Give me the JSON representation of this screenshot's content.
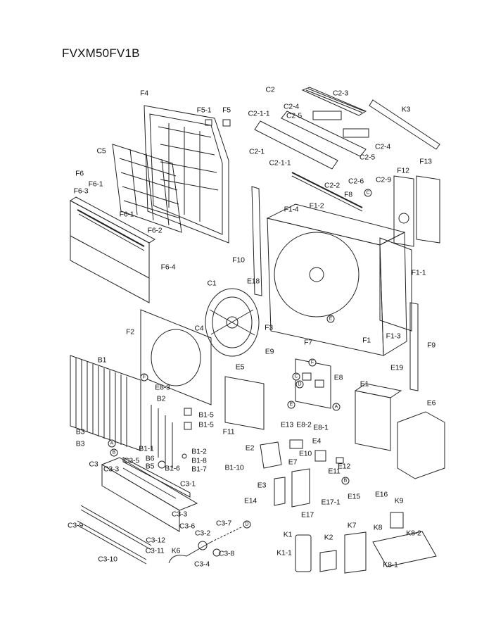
{
  "title": "FVXM50FV1B",
  "labels": [
    {
      "id": "F4",
      "text": "F4"
    },
    {
      "id": "F5-1",
      "text": "F5-1"
    },
    {
      "id": "F5",
      "text": "F5"
    },
    {
      "id": "C2",
      "text": "C2"
    },
    {
      "id": "C2-3",
      "text": "C2-3"
    },
    {
      "id": "K3",
      "text": "K3"
    },
    {
      "id": "C2-1-1a",
      "text": "C2-1-1"
    },
    {
      "id": "C2-4a",
      "text": "C2-4"
    },
    {
      "id": "C2-5a",
      "text": "C2-5"
    },
    {
      "id": "C2-1",
      "text": "C2-1"
    },
    {
      "id": "C2-1-1b",
      "text": "C2-1-1"
    },
    {
      "id": "C2-4b",
      "text": "C2-4"
    },
    {
      "id": "C2-5b",
      "text": "C2-5"
    },
    {
      "id": "C2-2",
      "text": "C2-2"
    },
    {
      "id": "C2-6",
      "text": "C2-6"
    },
    {
      "id": "C2-9",
      "text": "C2-9"
    },
    {
      "id": "F12",
      "text": "F12"
    },
    {
      "id": "F13",
      "text": "F13"
    },
    {
      "id": "C5",
      "text": "C5"
    },
    {
      "id": "F6",
      "text": "F6"
    },
    {
      "id": "F6-1a",
      "text": "F6-1"
    },
    {
      "id": "F6-3",
      "text": "F6-3"
    },
    {
      "id": "F6-1b",
      "text": "F6-1"
    },
    {
      "id": "F6-2",
      "text": "F6-2"
    },
    {
      "id": "F6-4",
      "text": "F6-4"
    },
    {
      "id": "F8",
      "text": "F8"
    },
    {
      "id": "F1-2",
      "text": "F1-2"
    },
    {
      "id": "F1-4",
      "text": "F1-4"
    },
    {
      "id": "F10",
      "text": "F10"
    },
    {
      "id": "F1-1",
      "text": "F1-1"
    },
    {
      "id": "E18",
      "text": "E18"
    },
    {
      "id": "C1",
      "text": "C1"
    },
    {
      "id": "F2",
      "text": "F2"
    },
    {
      "id": "C4",
      "text": "C4"
    },
    {
      "id": "F3",
      "text": "F3"
    },
    {
      "id": "F7",
      "text": "F7"
    },
    {
      "id": "F1-3",
      "text": "F1-3"
    },
    {
      "id": "F1",
      "text": "F1"
    },
    {
      "id": "F9",
      "text": "F9"
    },
    {
      "id": "B1",
      "text": "B1"
    },
    {
      "id": "E9",
      "text": "E9"
    },
    {
      "id": "E19",
      "text": "E19"
    },
    {
      "id": "E5",
      "text": "E5"
    },
    {
      "id": "E8",
      "text": "E8"
    },
    {
      "id": "E8-3",
      "text": "E8-3"
    },
    {
      "id": "B2",
      "text": "B2"
    },
    {
      "id": "E1",
      "text": "E1"
    },
    {
      "id": "E6",
      "text": "E6"
    },
    {
      "id": "B1-5a",
      "text": "B1-5"
    },
    {
      "id": "B1-5b",
      "text": "B1-5"
    },
    {
      "id": "B3a",
      "text": "B3"
    },
    {
      "id": "B3b",
      "text": "B3"
    },
    {
      "id": "E13",
      "text": "E13"
    },
    {
      "id": "E8-2",
      "text": "E8-2"
    },
    {
      "id": "E8-1",
      "text": "E8-1"
    },
    {
      "id": "F11",
      "text": "F11"
    },
    {
      "id": "B1-1",
      "text": "B1-1"
    },
    {
      "id": "B1-2",
      "text": "B1-2"
    },
    {
      "id": "B6",
      "text": "B6"
    },
    {
      "id": "B1-8",
      "text": "B1-8"
    },
    {
      "id": "B5",
      "text": "B5"
    },
    {
      "id": "B1-7",
      "text": "B1-7"
    },
    {
      "id": "E2",
      "text": "E2"
    },
    {
      "id": "E7",
      "text": "E7"
    },
    {
      "id": "E10",
      "text": "E10"
    },
    {
      "id": "E4",
      "text": "E4"
    },
    {
      "id": "E12",
      "text": "E12"
    },
    {
      "id": "C3",
      "text": "C3"
    },
    {
      "id": "C3-5",
      "text": "C3-5"
    },
    {
      "id": "C3-3a",
      "text": "C3-3"
    },
    {
      "id": "B1-6",
      "text": "B1-6"
    },
    {
      "id": "B1-10",
      "text": "B1-10"
    },
    {
      "id": "E11",
      "text": "E11"
    },
    {
      "id": "C3-1",
      "text": "C3-1"
    },
    {
      "id": "E3",
      "text": "E3"
    },
    {
      "id": "E15",
      "text": "E15"
    },
    {
      "id": "E16",
      "text": "E16"
    },
    {
      "id": "E14",
      "text": "E14"
    },
    {
      "id": "E17-1",
      "text": "E17-1"
    },
    {
      "id": "C3-3b",
      "text": "C3-3"
    },
    {
      "id": "E17",
      "text": "E17"
    },
    {
      "id": "K9",
      "text": "K9"
    },
    {
      "id": "C3-9",
      "text": "C3-9"
    },
    {
      "id": "C3-6",
      "text": "C3-6"
    },
    {
      "id": "C3-7",
      "text": "C3-7"
    },
    {
      "id": "C3-2",
      "text": "C3-2"
    },
    {
      "id": "K1",
      "text": "K1"
    },
    {
      "id": "K2",
      "text": "K2"
    },
    {
      "id": "K7",
      "text": "K7"
    },
    {
      "id": "K8",
      "text": "K8"
    },
    {
      "id": "K8-2",
      "text": "K8-2"
    },
    {
      "id": "C3-12",
      "text": "C3-12"
    },
    {
      "id": "C3-11",
      "text": "C3-11"
    },
    {
      "id": "K6",
      "text": "K6"
    },
    {
      "id": "K1-1",
      "text": "K1-1"
    },
    {
      "id": "C3-8",
      "text": "C3-8"
    },
    {
      "id": "C3-4",
      "text": "C3-4"
    },
    {
      "id": "C3-10",
      "text": "C3-10"
    },
    {
      "id": "K8-1",
      "text": "K8-1"
    }
  ],
  "connectors": [
    {
      "id": "conA1",
      "text": "A"
    },
    {
      "id": "conB1",
      "text": "B"
    },
    {
      "id": "conC1",
      "text": "C"
    },
    {
      "id": "conD1",
      "text": "D"
    },
    {
      "id": "conE1",
      "text": "E"
    },
    {
      "id": "conF1",
      "text": "F"
    },
    {
      "id": "conA2",
      "text": "A"
    },
    {
      "id": "conB2",
      "text": "B"
    },
    {
      "id": "conC2",
      "text": "C"
    },
    {
      "id": "conD2",
      "text": "D"
    },
    {
      "id": "conE2",
      "text": "E"
    },
    {
      "id": "conF2",
      "text": "F"
    }
  ]
}
